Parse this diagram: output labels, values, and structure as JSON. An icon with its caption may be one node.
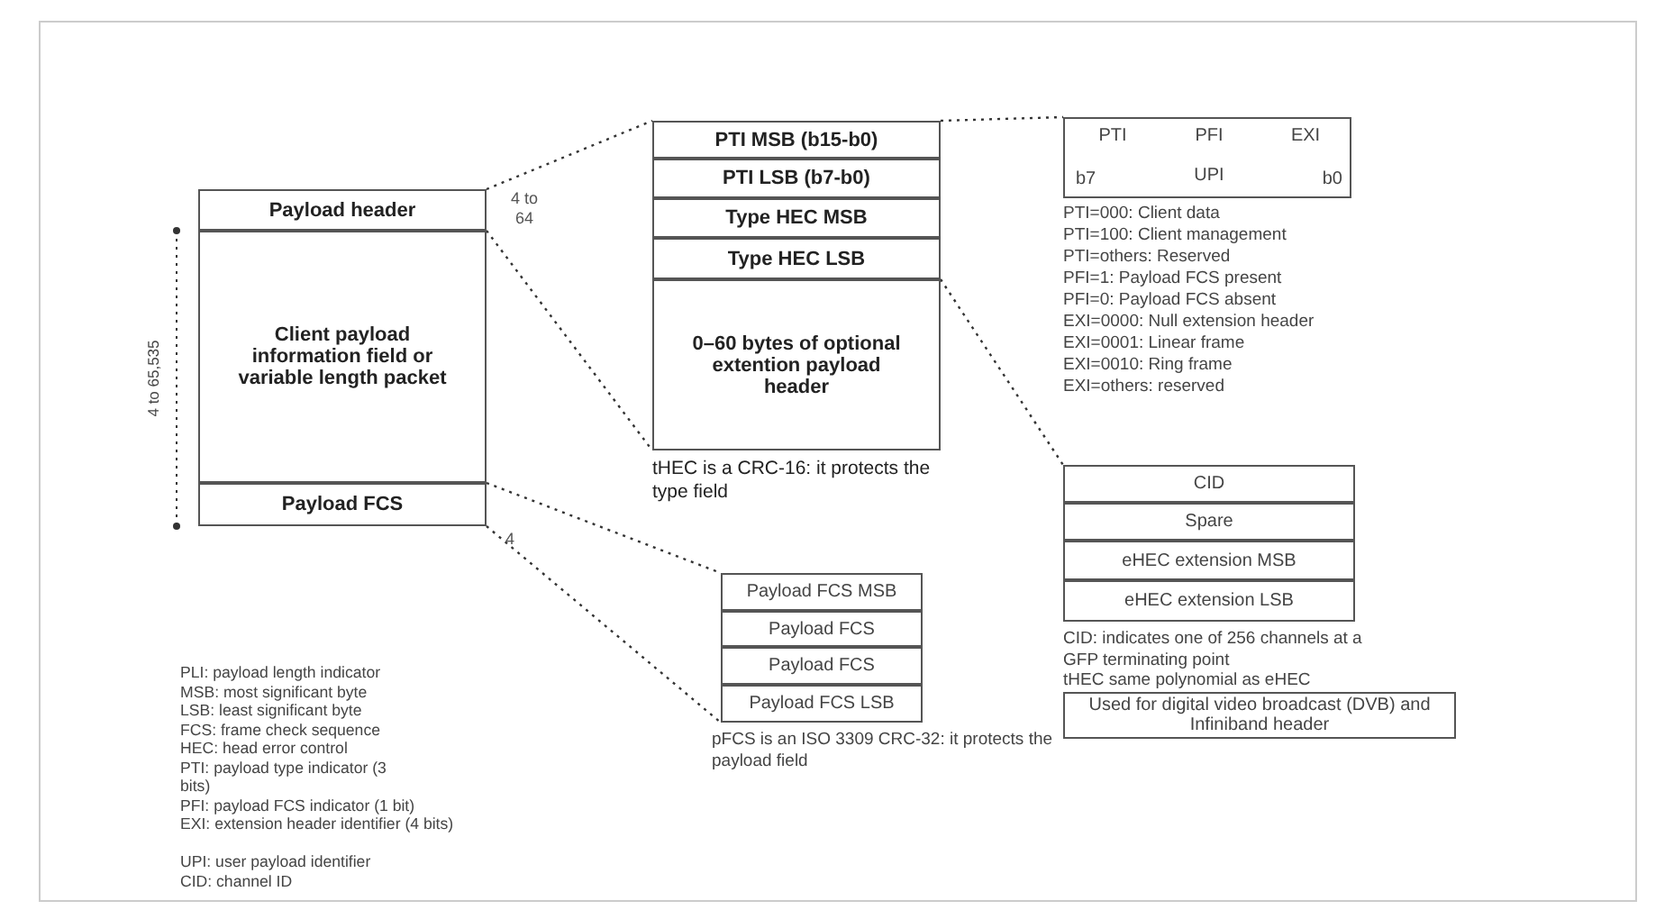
{
  "diagram": {
    "nodes": [
      {
        "text": [
          "Payload header"
        ],
        "beside": [
          "4 to 64"
        ]
      },
      {
        "text": [
          "Client payload information field or variable length packet"
        ]
      },
      {
        "text": [
          "Payload FCS"
        ],
        "beside": [
          "4"
        ]
      },
      {
        "text": [
          "PTI MSB (b15-b0)"
        ]
      },
      {
        "text": [
          "PTI LSB (b7-b0)"
        ]
      },
      {
        "text": [
          "Type HEC MSB"
        ]
      },
      {
        "text": [
          "Type HEC LSB"
        ]
      },
      {
        "text": [
          "0–60 bytes of optional extention payload header"
        ]
      },
      {
        "text": [
          "PTI",
          "PFI",
          "EXI",
          "b7",
          "UPI",
          "b0"
        ]
      },
      {
        "text": [
          "CID"
        ]
      },
      {
        "text": [
          "Spare"
        ]
      },
      {
        "text": [
          "eHEC extension MSB"
        ]
      },
      {
        "text": [
          "eHEC extension LSB"
        ]
      },
      {
        "text": [
          "Payload FCS MSB"
        ]
      },
      {
        "text": [
          "Payload FCS"
        ]
      },
      {
        "text": [
          "Payload FCS"
        ]
      },
      {
        "text": [
          "Payload FCS LSB"
        ]
      },
      {
        "text": [
          "Used for digital video broadcast (DVB) and Infiniband header"
        ]
      }
    ],
    "edges": [
      {
        "from": 0,
        "to": 3,
        "arrow": "none",
        "style": "dashed"
      },
      {
        "from": 0,
        "to": 7,
        "arrow": "none",
        "style": "dashed"
      },
      {
        "from": 3,
        "to": 8,
        "arrow": "none",
        "style": "dashed"
      },
      {
        "from": 7,
        "to": 9,
        "arrow": "none",
        "style": "dashed"
      },
      {
        "from": 2,
        "to": 13,
        "arrow": "none",
        "style": "dashed"
      },
      {
        "from": 2,
        "to": 16,
        "arrow": "none",
        "style": "dashed"
      }
    ],
    "labels": [
      "4 to 65,535",
      "PTI=000: Client data",
      "PTI=100: Client management",
      "PTI=others: Reserved",
      "PFI=1: Payload FCS present",
      "PFI=0: Payload FCS absent",
      "EXI=0000: Null extension header",
      "EXI=0001: Linear frame",
      "EXI=0010: Ring frame",
      "EXI=others: reserved",
      "tHEC is a CRC-16: it protects the type field",
      "CID: indicates one of 256 channels at a GFP terminating point",
      "tHEC same polynomial as eHEC",
      "pFCS is an ISO 3309 CRC-32: it protects the payload field",
      "PLI: payload length indicator",
      "MSB: most significant byte",
      "LSB: least significant byte",
      "FCS: frame check sequence",
      "HEC: head error control",
      "PTI: payload type indicator (3 bits)",
      "PFI: payload FCS indicator (1 bit)",
      "EXI: extension header identifier (4 bits)",
      "UPI: user payload identifier",
      "CID: channel ID"
    ]
  }
}
